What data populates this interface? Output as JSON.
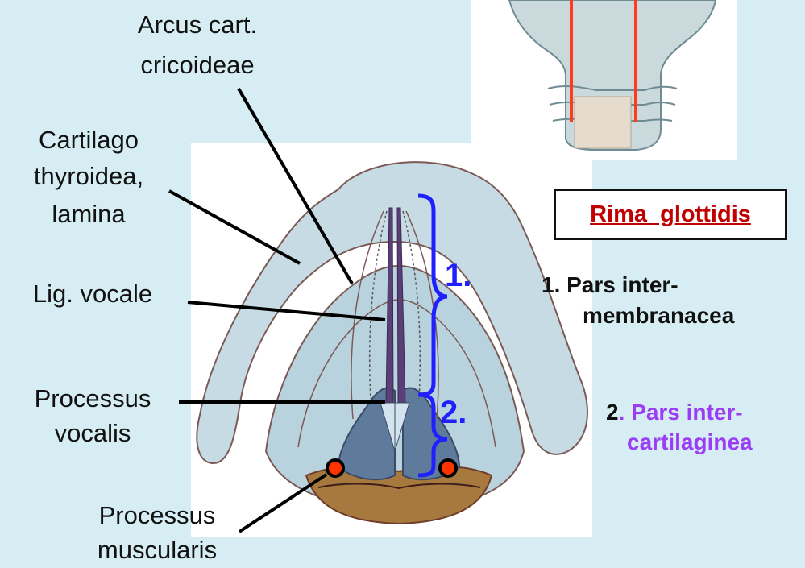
{
  "labels": {
    "arcus_line1": "Arcus cart.",
    "arcus_line2": "cricoideae",
    "cartilago_line1": "Cartilago",
    "cartilago_line2": "thyroidea,",
    "cartilago_line3": "lamina",
    "lig_vocale": "Lig. vocale",
    "proc_vocalis_line1": "Processus",
    "proc_vocalis_line2": "vocalis",
    "proc_musc_line1": "Processus",
    "proc_musc_line2": "muscularis"
  },
  "title": "Rima  glottidis",
  "parts": {
    "part1_num": "1.",
    "part2_num": "2.",
    "legend1_line1": "1. Pars inter-",
    "legend1_line2": "membranacea",
    "legend2_num": "2",
    "legend2_line1": ". Pars inter-",
    "legend2_line2": "cartilaginea"
  },
  "colors": {
    "background": "#d6eef3",
    "title": "#c00000",
    "bracket": "#1f1fff",
    "legend1": "#111111",
    "legend2_num": "#111111",
    "legend2_text": "#9b3df5",
    "marker": "#ff3300"
  }
}
